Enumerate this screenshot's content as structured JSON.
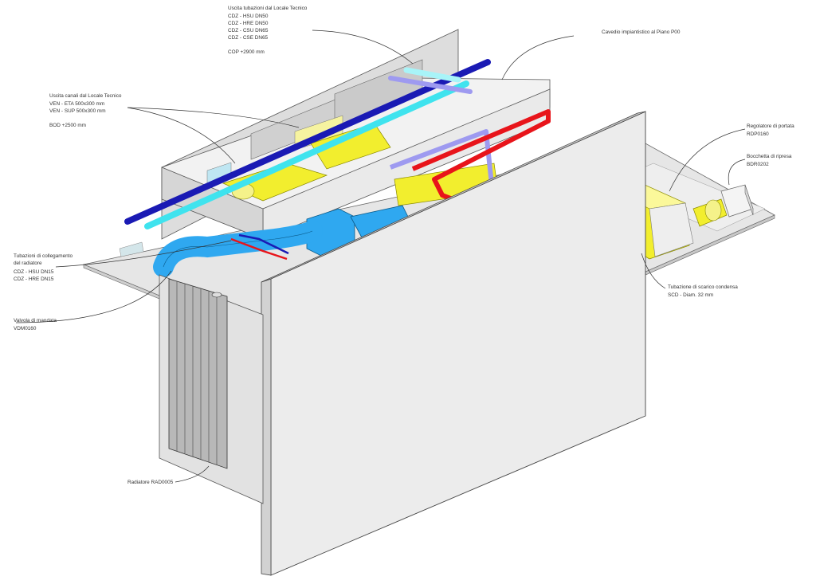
{
  "callouts": {
    "pipe_exit": {
      "title": "Uscita tubazioni dal Locale Tecnico",
      "lines": [
        "CDZ - HSU DN50",
        "CDZ - HRE DN50",
        "CDZ - CSU DN65",
        "CDZ - CSE DN65"
      ],
      "level": "COP +2900 mm"
    },
    "shaft": {
      "title": "Cavedio impiantistico al Piano P00"
    },
    "duct_exit": {
      "title": "Uscita canali dal Locale Tecnico",
      "lines": [
        "VEN - ETA 500x300 mm",
        "VEN - SUP 500x300 mm"
      ],
      "level": "BOD +2500 mm"
    },
    "flow_regulator": {
      "title": "Regolatore di portata",
      "code": "RDP0160"
    },
    "return_grille": {
      "title": "Bocchetta di ripresa",
      "code": "BDR0202"
    },
    "radiator_pipes": {
      "title": "Tubazioni di collegamento",
      "title2": "del radiatore",
      "lines": [
        "CDZ - HSU DN15",
        "CDZ - HRE DN15"
      ]
    },
    "supply_valve": {
      "title": "Valvola di mandata",
      "code": "VDM0160"
    },
    "condensate": {
      "title": "Tubazione di scarico condensa",
      "code": "SCD - Diam. 32 mm"
    },
    "radiator": {
      "title": "Radiatore RAD0005"
    }
  },
  "colors": {
    "hot_supply": "#e8141a",
    "cold_pipe": "#1a1ab4",
    "cold_pipe_light": "#9e9af0",
    "cyan_pipe": "#3fe3ee",
    "extract_duct": "#f2ee2e",
    "supply_duct": "#2fa8f0",
    "wall_grey": "#e8e8e8",
    "slab_grey": "#dcdcdc"
  }
}
